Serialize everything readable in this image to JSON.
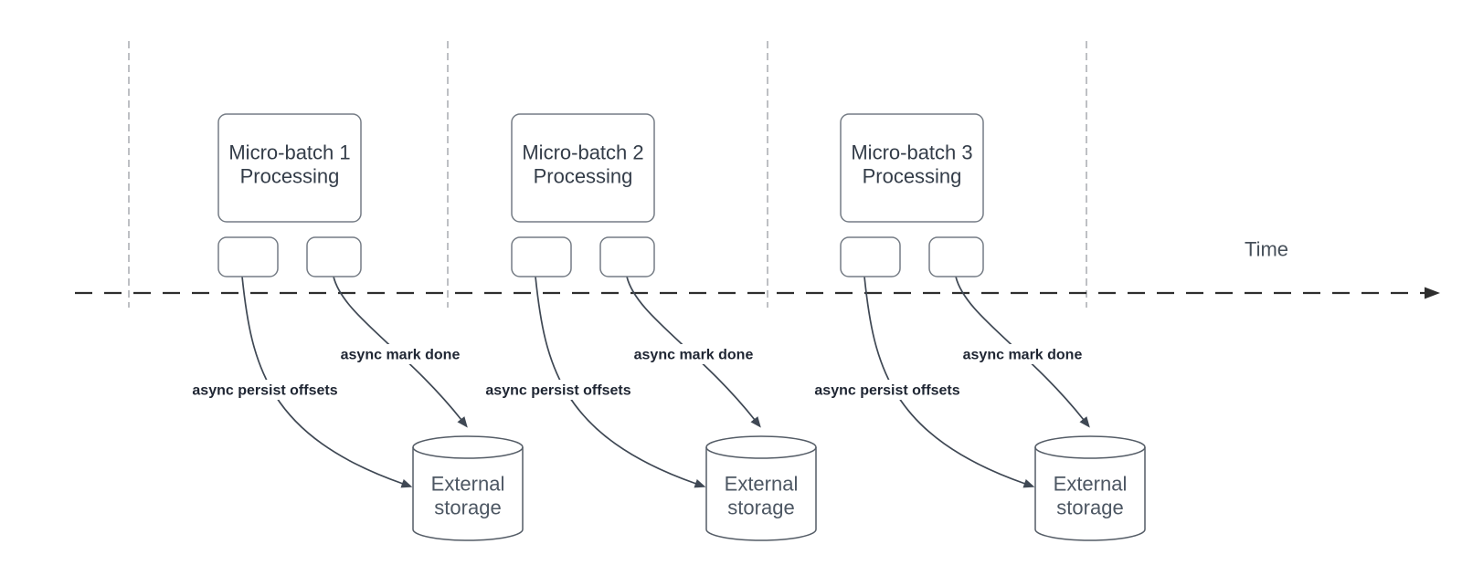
{
  "diagram": {
    "time_label": "Time",
    "groups": [
      {
        "title_line1": "Micro-batch 1",
        "title_line2": "Processing",
        "persist_label": "async persist offsets",
        "mark_label": "async mark done",
        "storage_line1": "External",
        "storage_line2": "storage"
      },
      {
        "title_line1": "Micro-batch 2",
        "title_line2": "Processing",
        "persist_label": "async persist offsets",
        "mark_label": "async mark done",
        "storage_line1": "External",
        "storage_line2": "storage"
      },
      {
        "title_line1": "Micro-batch 3",
        "title_line2": "Processing",
        "persist_label": "async persist offsets",
        "mark_label": "async mark done",
        "storage_line1": "External",
        "storage_line2": "storage"
      }
    ]
  },
  "colors": {
    "background": "#ffffff",
    "shape_fill": "#ffffff",
    "box_stroke": "#757c85",
    "cylinder_stroke": "#545c66",
    "arrow_stroke": "#3f4854",
    "timeline_stroke": "#2e2e2e",
    "guide_stroke": "#aeb1b5",
    "title_text": "#343d49",
    "storage_text": "#4d5763",
    "label_text": "#1f2633",
    "time_text": "#47505a"
  }
}
